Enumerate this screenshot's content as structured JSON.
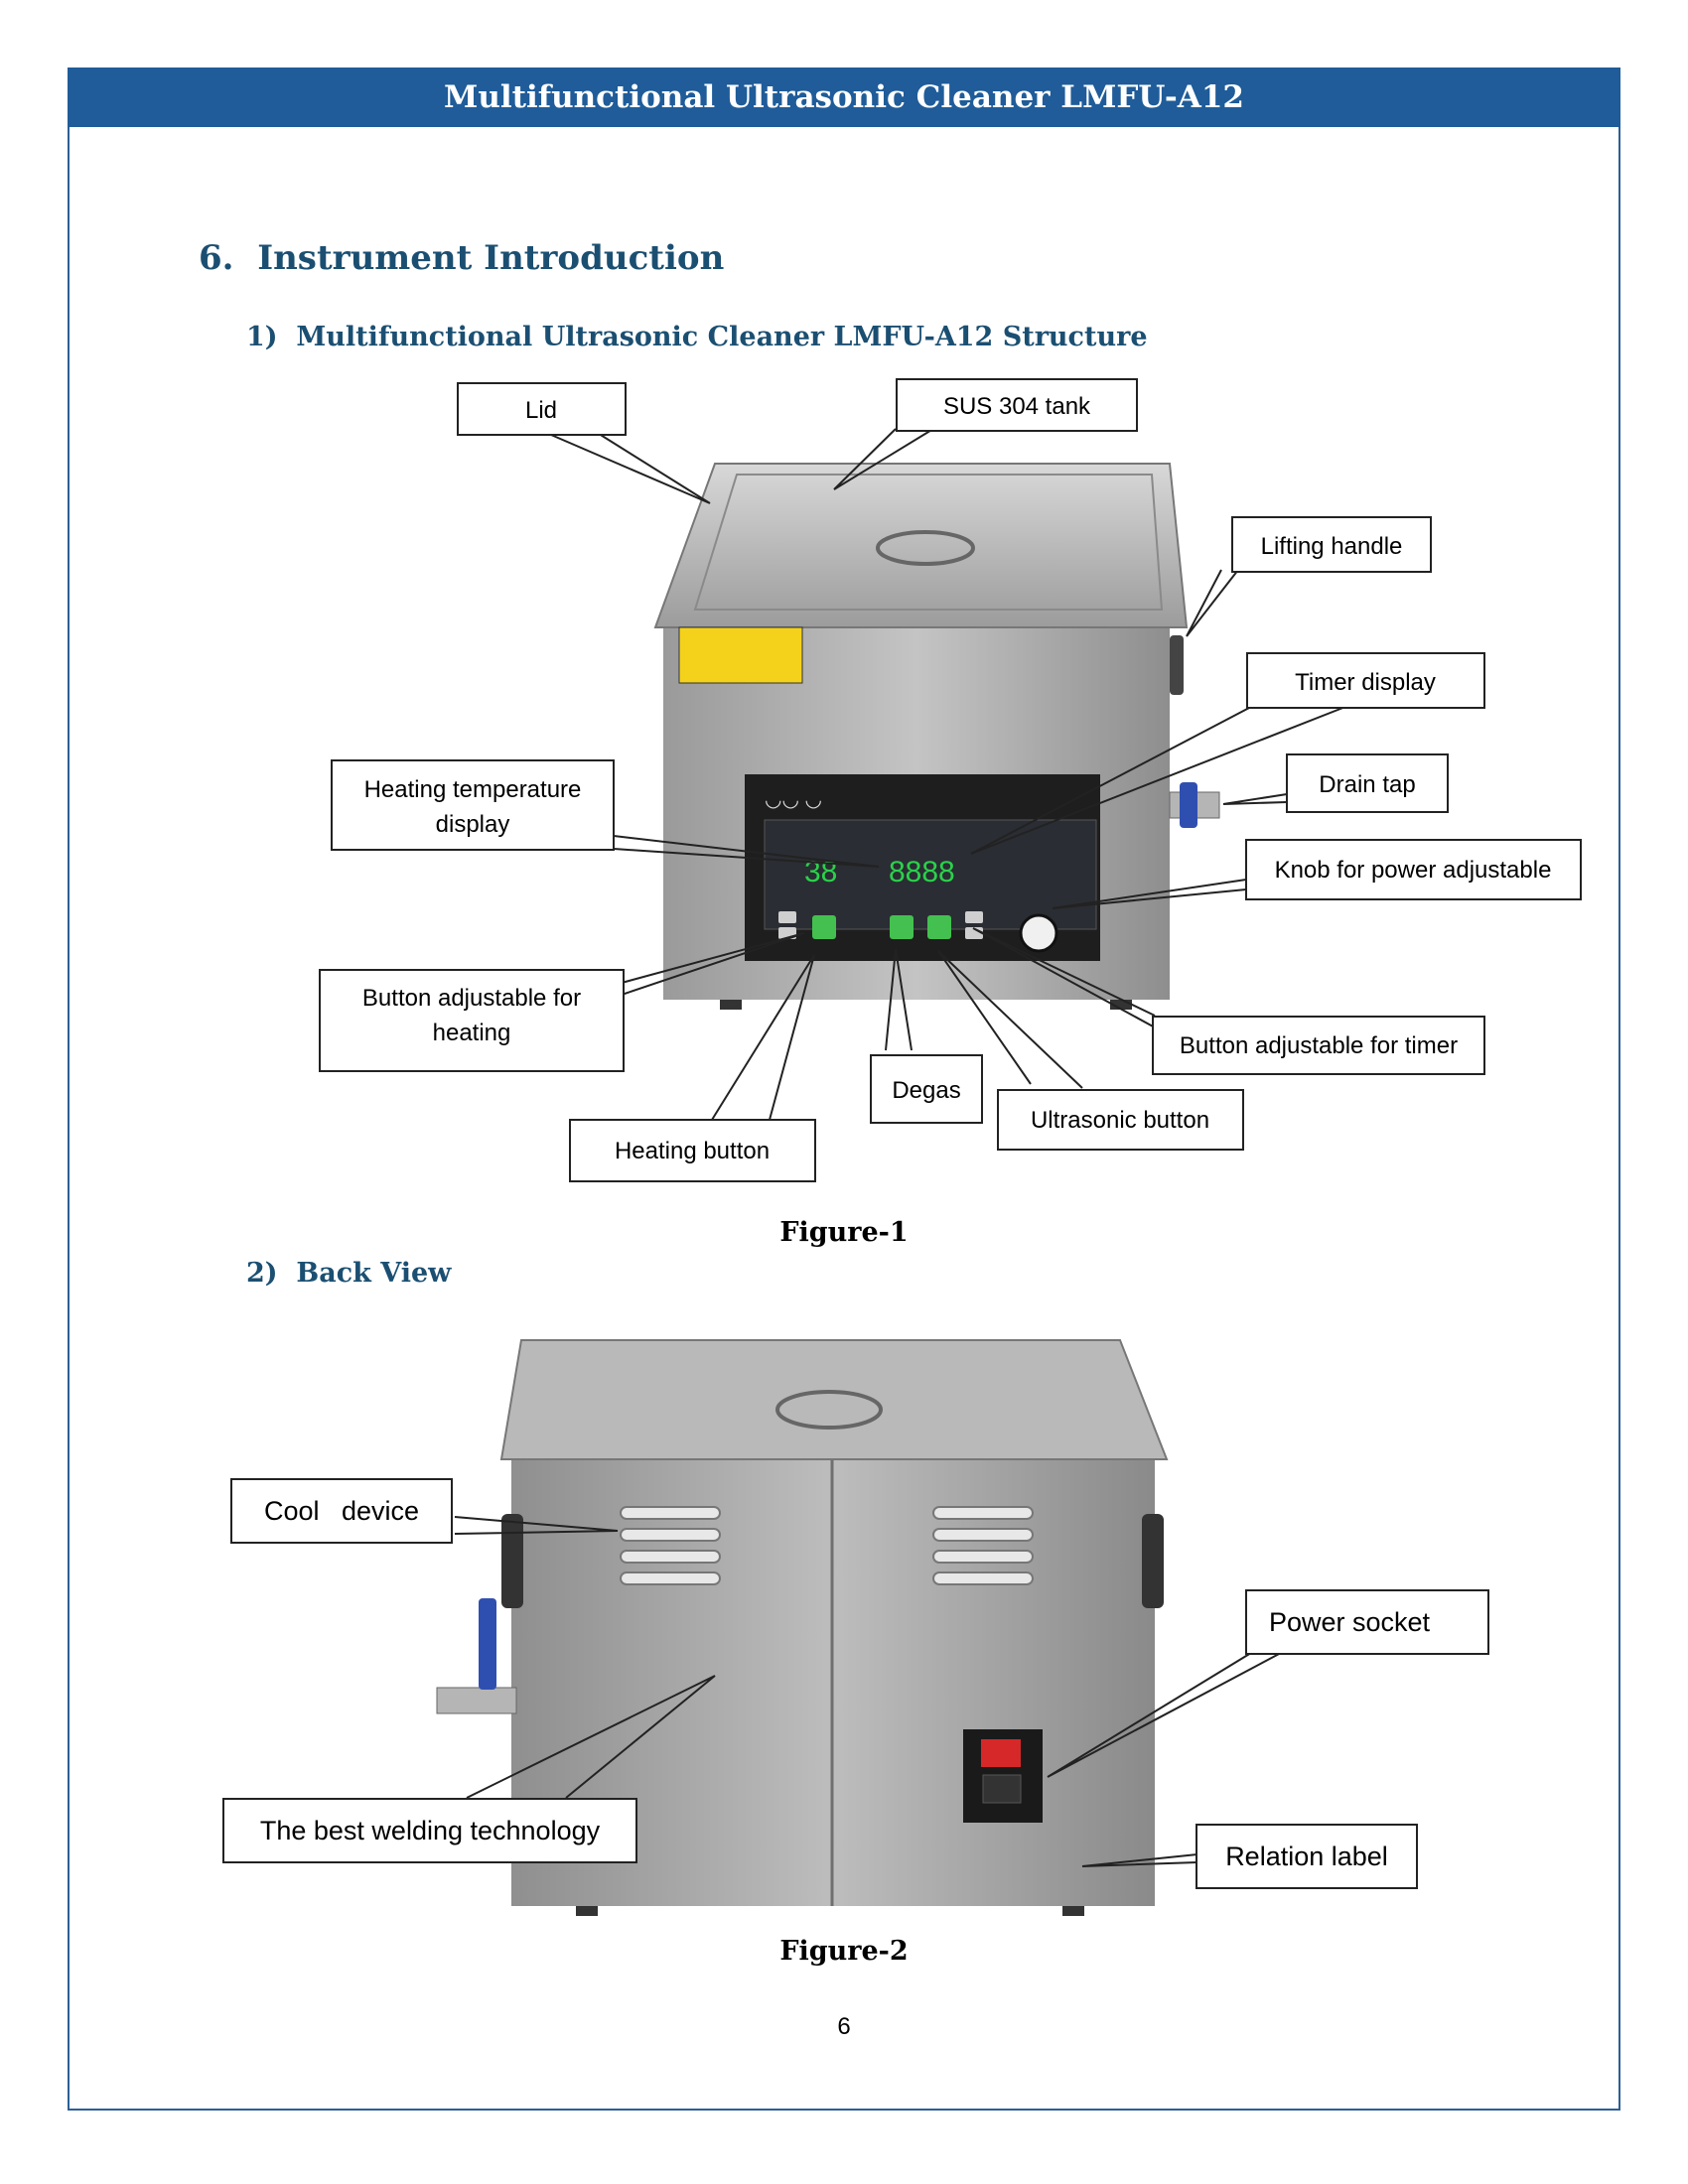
{
  "header": {
    "title": "Multifunctional Ultrasonic Cleaner LMFU-A12"
  },
  "section": {
    "number": "6.",
    "title": "Instrument Introduction"
  },
  "figure1": {
    "heading_number": "1)",
    "heading": "Multifunctional Ultrasonic Cleaner LMFU-A12 Structure",
    "caption": "Figure-1",
    "labels": {
      "lid": "Lid",
      "tank": "SUS 304 tank",
      "lifting_handle": "Lifting handle",
      "timer_display": "Timer display",
      "heating_temp_display_1": "Heating temperature",
      "heating_temp_display_2": "display",
      "drain_tap": "Drain tap",
      "power_knob": "Knob for power adjustable",
      "heating_adjust_1": "Button adjustable for",
      "heating_adjust_2": "heating",
      "timer_adjust": "Button adjustable for timer",
      "degas": "Degas",
      "ultrasonic_button": "Ultrasonic button",
      "heating_button": "Heating button"
    },
    "panel": {
      "temp_readout": "38",
      "timer_readout": "8888"
    }
  },
  "figure2": {
    "heading_number": "2)",
    "heading": "Back View",
    "caption": "Figure-2",
    "labels": {
      "cool_device": "Cool   device",
      "power_socket": "Power socket",
      "welding": "The best welding technology",
      "relation_label": "Relation label"
    }
  },
  "page": {
    "number": "6"
  },
  "colors": {
    "header": "#1f5c99",
    "heading": "#1b4f72",
    "steel": "#a9a9a9",
    "display_green": "#2bd14b"
  }
}
